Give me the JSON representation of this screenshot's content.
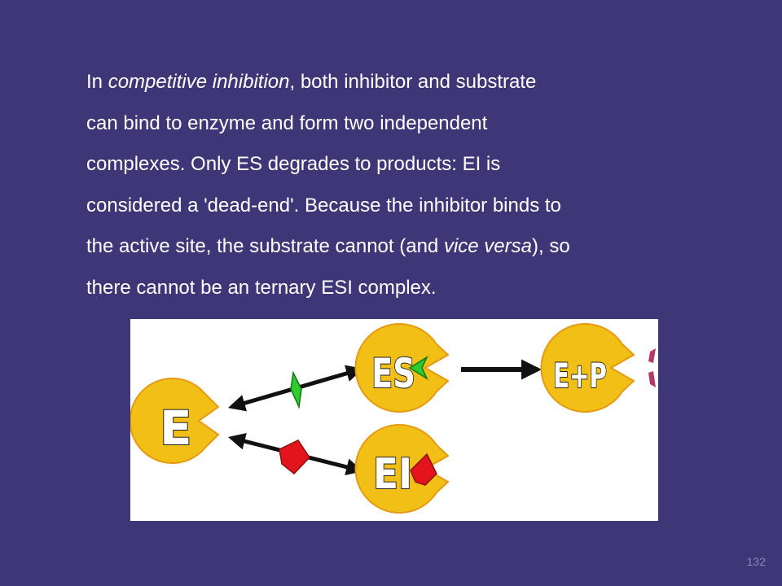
{
  "body_text": {
    "line1_pre": "In ",
    "line1_em": "competitive inhibition",
    "line1_post": ", both inhibitor and substrate",
    "line2": "can bind to enzyme and form two independent",
    "line3": "complexes.  Only ES degrades to products: EI is",
    "line4": "considered a 'dead-end'.  Because the inhibitor binds to",
    "line5_pre": "the active site, the substrate cannot (and ",
    "line5_em": "vice versa",
    "line5_post": "), so",
    "line6": "there cannot be an ternary ESI complex."
  },
  "diagram": {
    "enzyme_label": "E",
    "es_label": "ES",
    "ep_label": "E+P",
    "ei_label": "EI",
    "colors": {
      "enzyme": "#f2bf16",
      "substrate": "#2ecc2e",
      "inhibitor": "#e3141c",
      "product": "#b33a66",
      "arrow": "#111111"
    }
  },
  "page_number": "132"
}
